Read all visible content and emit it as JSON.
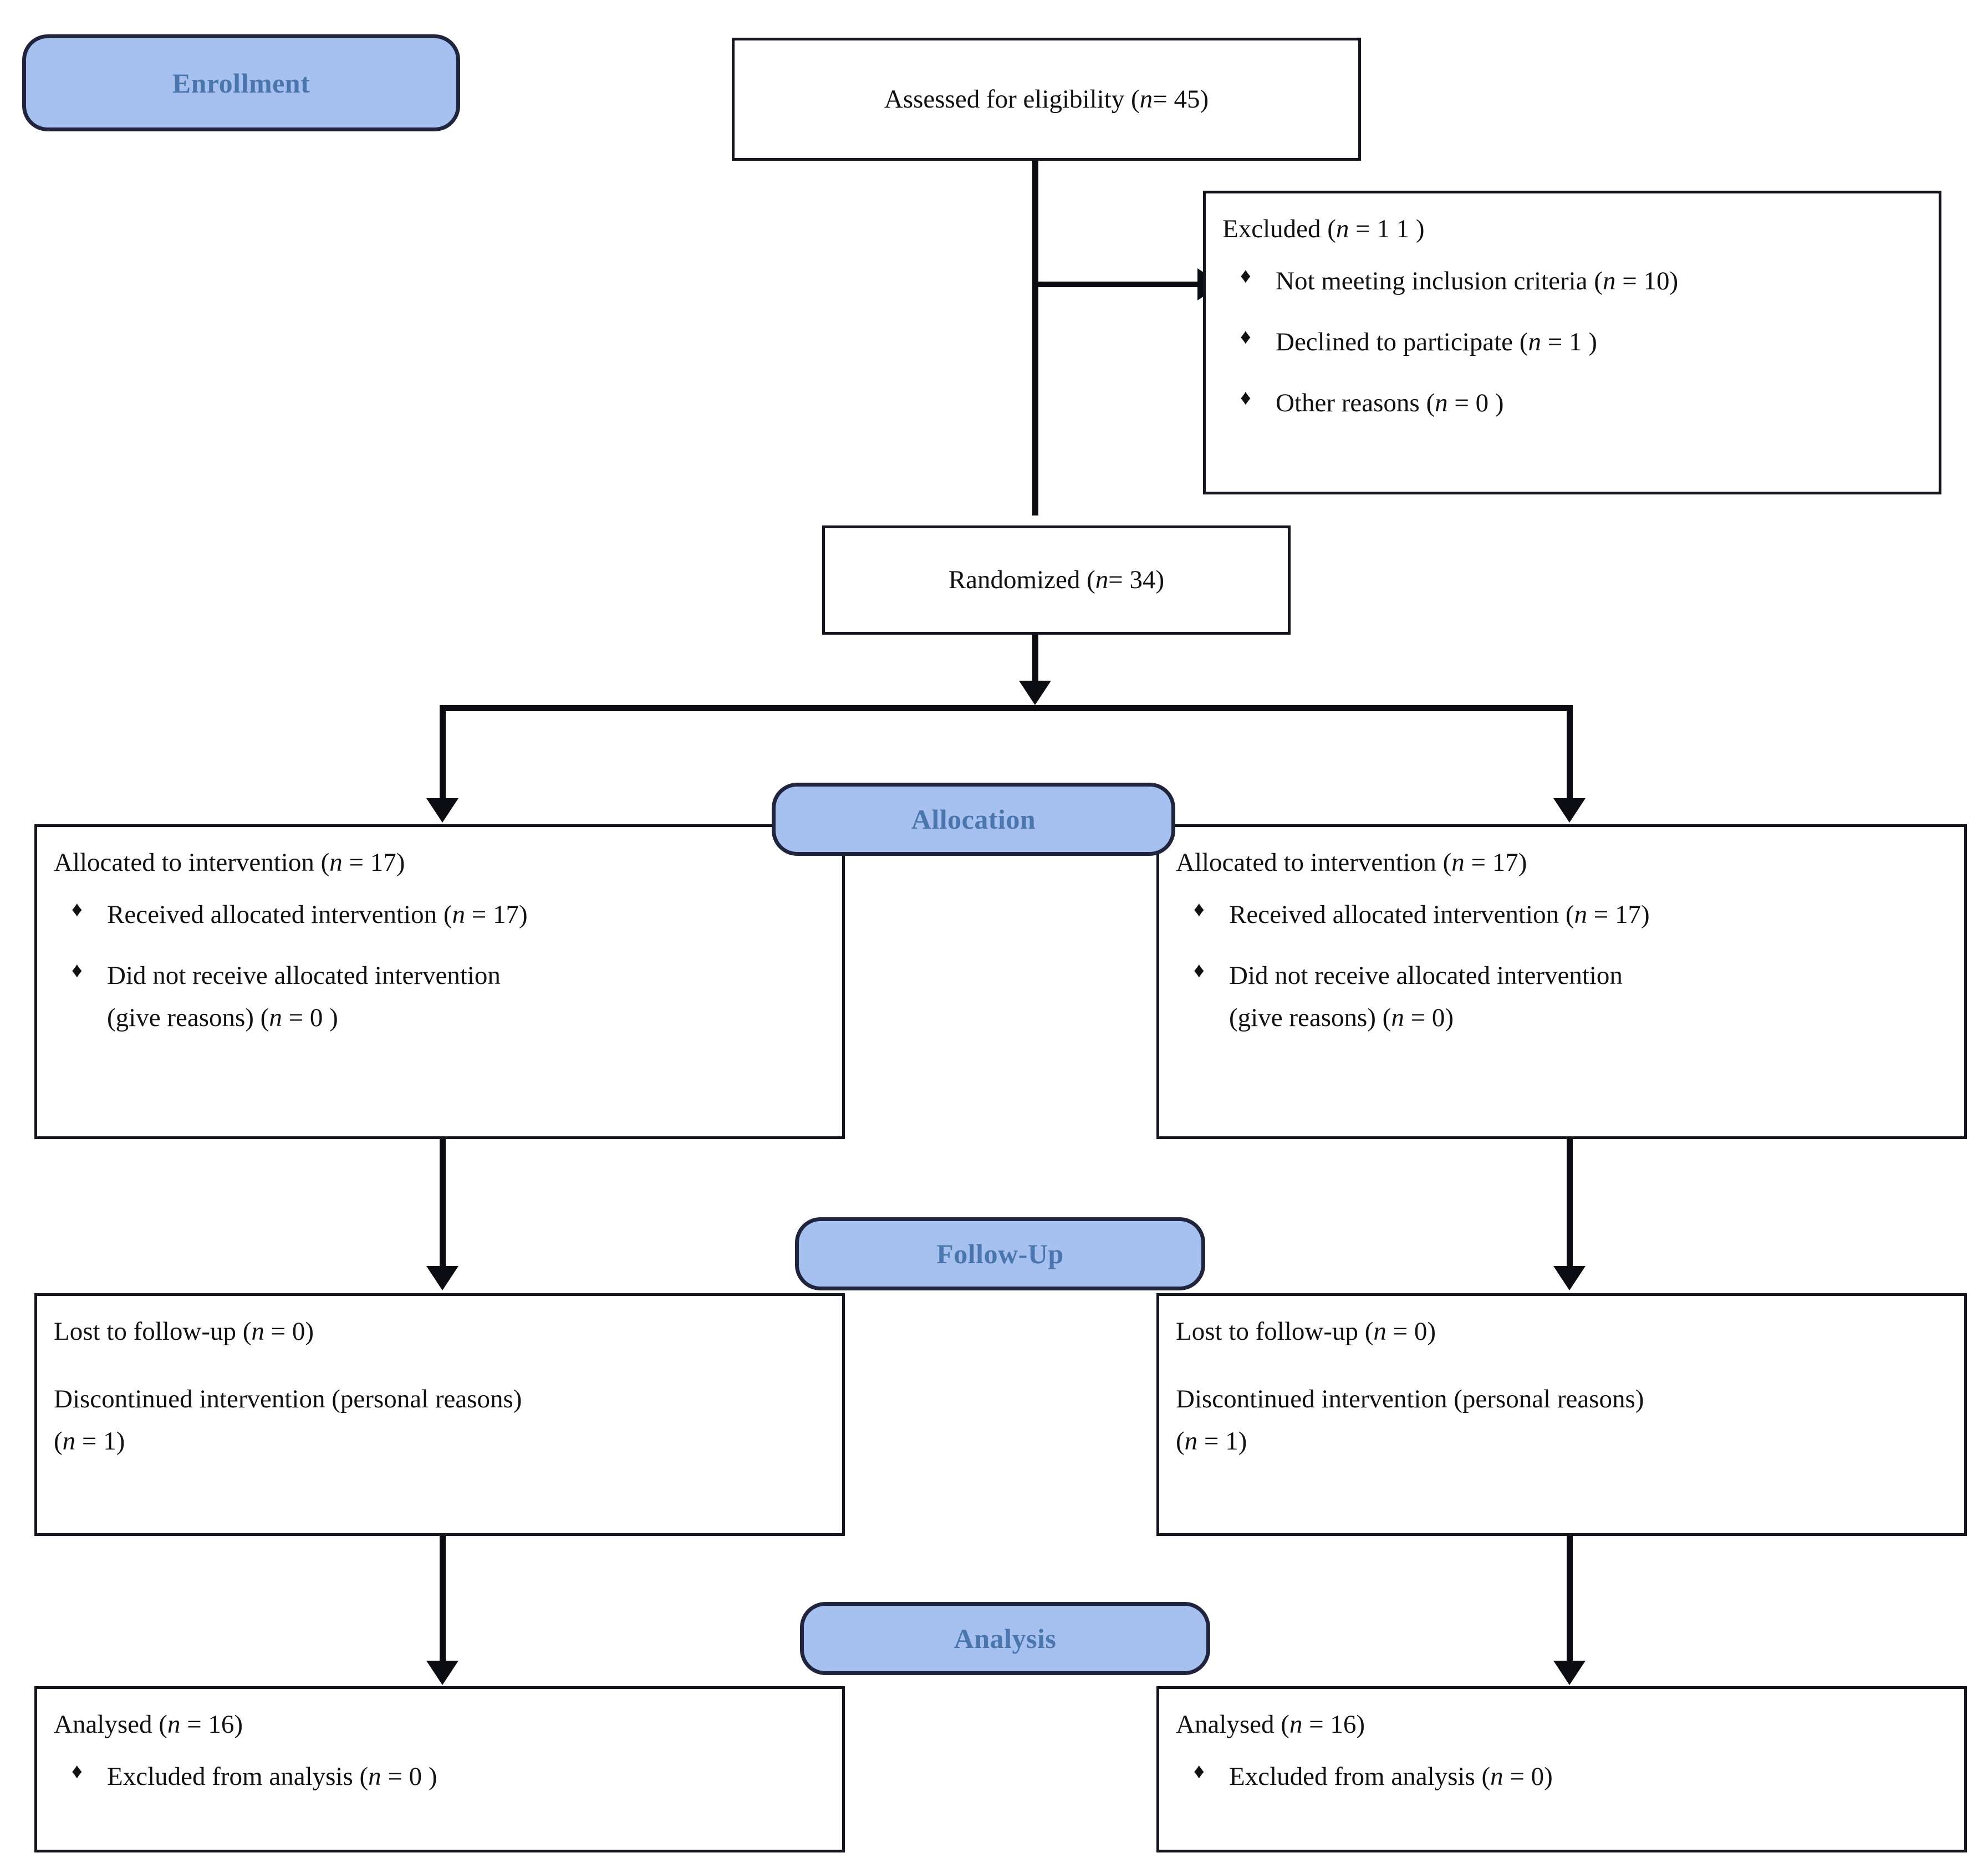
{
  "diagram": {
    "type": "CONSORT participant flow diagram",
    "stages": [
      {
        "id": "enrollment",
        "label": "Enrollment"
      },
      {
        "id": "allocation",
        "label": "Allocation"
      },
      {
        "id": "follow_up",
        "label": "Follow-Up"
      },
      {
        "id": "analysis",
        "label": "Analysis"
      }
    ],
    "enrollment": {
      "assessed": {
        "label": "Assessed for eligibility (",
        "n_var": "n",
        "n_eq": " = 45)"
      },
      "assessed_text": "Assessed for eligibility (n = 45)",
      "excluded": {
        "title_pre": "Excluded (",
        "title_post": " = 1 1 )",
        "title_text": "Excluded (n = 1 1 )",
        "bullets": [
          {
            "pre": "Not meeting inclusion criteria (",
            "post": " = 10)",
            "text": "Not meeting inclusion criteria (n = 10)"
          },
          {
            "pre": "Declined to participate (",
            "post": " = 1 )",
            "text": "Declined to participate (n = 1 )"
          },
          {
            "pre": "Other reasons (",
            "post": " = 0 )",
            "text": "Other reasons (n = 0 )"
          }
        ]
      },
      "randomized": {
        "pre": "Randomized (",
        "post": " = 34)",
        "text": "Randomized (n = 34)"
      }
    },
    "arms": {
      "left": {
        "allocation": {
          "title_pre": "Allocated to intervention (",
          "title_post": " = 17)",
          "title_text": "Allocated to intervention (n = 17)",
          "bullets": [
            {
              "pre": "Received allocated intervention (",
              "post": " = 17)",
              "text": "Received allocated intervention (n = 17)"
            },
            {
              "pre": "Did not receive allocated intervention (give reasons) (",
              "post": " = 0 )",
              "text": "Did not receive allocated intervention (give reasons) (n = 0 )"
            }
          ],
          "bullet2_line1": "Did not receive allocated intervention",
          "bullet2_line2_pre": "(give reasons) (",
          "bullet2_line2_post": " = 0 )"
        },
        "follow_up": {
          "lost_pre": " Lost to follow-up (",
          "lost_post": " = 0)",
          "lost_text": " Lost to follow-up (n = 0)",
          "disc_line1": "Discontinued intervention (personal reasons)",
          "disc_line2_pre": "(",
          "disc_line2_post": " = 1)",
          "disc_text": "Discontinued intervention (personal reasons) (n = 1)"
        },
        "analysis": {
          "title_pre": "Analysed (",
          "title_post": " = 16)",
          "title_text": "Analysed (n = 16)",
          "bullets": [
            {
              "pre": "Excluded from analysis (",
              "post": " = 0 )",
              "text": "Excluded from analysis (n = 0 )"
            }
          ]
        }
      },
      "right": {
        "allocation": {
          "title_pre": "Allocated to intervention (",
          "title_post": " = 17)",
          "title_text": "Allocated to intervention (n = 17)",
          "bullets": [
            {
              "pre": "Received allocated intervention (",
              "post": " = 17)",
              "text": "Received allocated intervention (n = 17)"
            },
            {
              "pre": "Did not receive allocated intervention (give reasons) (",
              "post": " = 0)",
              "text": "Did not receive allocated intervention (give reasons) (n = 0)"
            }
          ],
          "bullet2_line1": "Did not receive allocated intervention",
          "bullet2_line2_pre": "(give reasons) (",
          "bullet2_line2_post": " = 0)"
        },
        "follow_up": {
          "lost_pre": "Lost to follow-up (",
          "lost_post": " = 0)",
          "lost_text": "Lost to follow-up (n = 0)",
          "disc_line1": "Discontinued intervention (personal reasons)",
          "disc_line2_pre": "(",
          "disc_line2_post": " = 1)",
          "disc_text": "Discontinued intervention (personal reasons) (n = 1)"
        },
        "analysis": {
          "title_pre": "Analysed (",
          "title_post": " = 16)",
          "title_text": "Analysed (n = 16)",
          "bullets": [
            {
              "pre": "Excluded from analysis (",
              "post": " = 0)",
              "text": "Excluded from analysis (n = 0)"
            }
          ]
        }
      }
    },
    "symbols": {
      "bullet_diamond": "♦",
      "italic_n": "n"
    },
    "colors": {
      "badge_fill": "#a6c1f0",
      "badge_border": "#20243c",
      "badge_text": "#4a76ad",
      "box_border": "#14161f",
      "connector": "#0b0d12",
      "page_background": "#ffffff"
    }
  }
}
